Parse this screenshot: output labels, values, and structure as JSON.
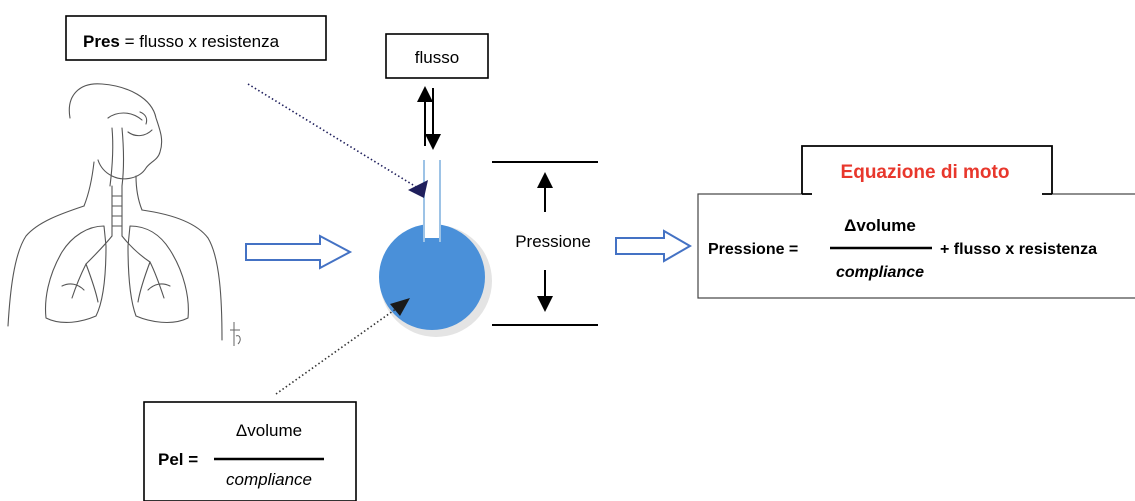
{
  "pres_box": {
    "label_bold": "Pres",
    "label_rest": " = flusso x resistenza"
  },
  "flusso_box": {
    "label": "flusso"
  },
  "pressione_label": "Pressione",
  "equation_box": {
    "title": "Equazione di moto",
    "lhs": "Pressione =",
    "numerator": "Δvolume",
    "denominator": "compliance",
    "rhs": "+ flusso x resistenza"
  },
  "pel_box": {
    "lhs": "Pel =",
    "numerator": "Δvolume",
    "denominator": "compliance"
  },
  "icons": {
    "anatomy": "respiratory-system-illustration",
    "balloon": "alveolus-balloon-model"
  },
  "colors": {
    "balloon_fill": "#4a90d9",
    "tube_stroke": "#9dc3e6",
    "title_red": "#e8372c",
    "block_arrow": "#4472c4",
    "pointer_tip": "#1f1f5c"
  }
}
